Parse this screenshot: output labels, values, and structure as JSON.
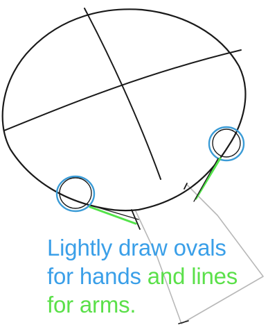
{
  "colors": {
    "background": "#ffffff",
    "sketch": "#1a1a1a",
    "body_outline": "#b8b8b8",
    "hand_oval": "#3a9bd6",
    "arm_line": "#53e34a",
    "caption_blue": "#3a9fe8",
    "caption_green": "#5be04a"
  },
  "caption": {
    "line1": "Lightly draw ovals",
    "line2_blue": "for hands",
    "line2_green": " and lines",
    "line3": "for arms."
  }
}
